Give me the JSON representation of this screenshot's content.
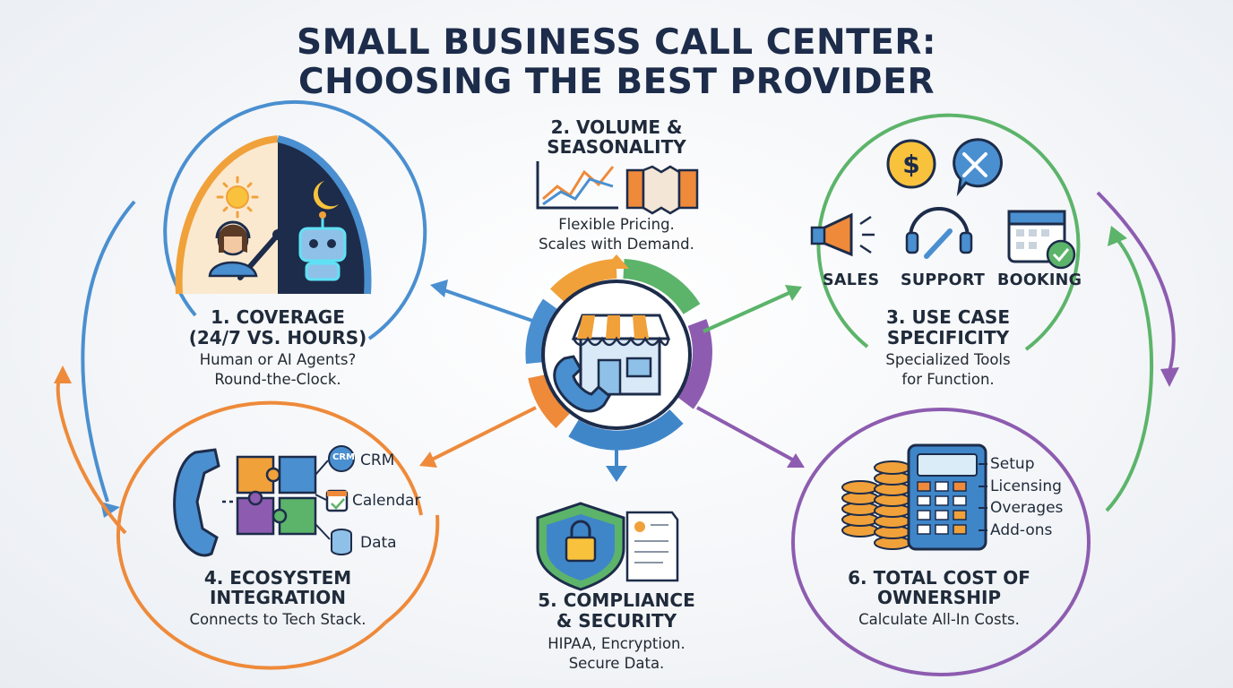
{
  "title": {
    "line1": "SMALL BUSINESS CALL CENTER:",
    "line2": "CHOOSING THE BEST PROVIDER"
  },
  "factors": [
    {
      "heading_line1": "1. COVERAGE",
      "heading_line2": "(24/7 VS. HOURS)",
      "sub_line1": "Human or AI Agents?",
      "sub_line2": "Round-the-Clock.",
      "color": "#4a8fd0"
    },
    {
      "heading_line1": "2. VOLUME &",
      "heading_line2": "SEASONALITY",
      "sub_line1": "Flexible Pricing.",
      "sub_line2": "Scales with Demand.",
      "color": "#f0a13a"
    },
    {
      "heading_line1": "3. USE CASE",
      "heading_line2": "SPECIFICITY",
      "sub_line1": "Specialized Tools",
      "sub_line2": "for Function.",
      "color": "#5cb46a"
    },
    {
      "heading_line1": "4. ECOSYSTEM",
      "heading_line2": "INTEGRATION",
      "sub_line1": "Connects to Tech Stack.",
      "color": "#ee8a3a"
    },
    {
      "heading_line1": "5. COMPLIANCE",
      "heading_line2": "& SECURITY",
      "sub_line1": "HIPAA, Encryption.",
      "sub_line2": "Secure Data.",
      "color": "#3f86c9"
    },
    {
      "heading_line1": "6. TOTAL COST OF",
      "heading_line2": "OWNERSHIP",
      "sub_line1": "Calculate All-In Costs.",
      "color": "#8d5cb0"
    }
  ],
  "use_cases": [
    "SALES",
    "SUPPORT",
    "BOOKING"
  ],
  "integrations": {
    "crm_badge": "CRM",
    "items": [
      "CRM",
      "Calendar",
      "Data"
    ]
  },
  "costs": [
    "Setup",
    "Licensing",
    "Overages",
    "Add-ons"
  ],
  "icons": [
    "sun-icon",
    "moon-icon",
    "headset-agent-icon",
    "robot-icon",
    "line-chart-icon",
    "accordion-icon",
    "dollar-coin-icon",
    "tools-icon",
    "megaphone-icon",
    "headset-wrench-icon",
    "calendar-check-icon",
    "phone-icon",
    "puzzle-icon",
    "shield-lock-icon",
    "document-icon",
    "coins-icon",
    "calculator-icon",
    "storefront-icon"
  ]
}
